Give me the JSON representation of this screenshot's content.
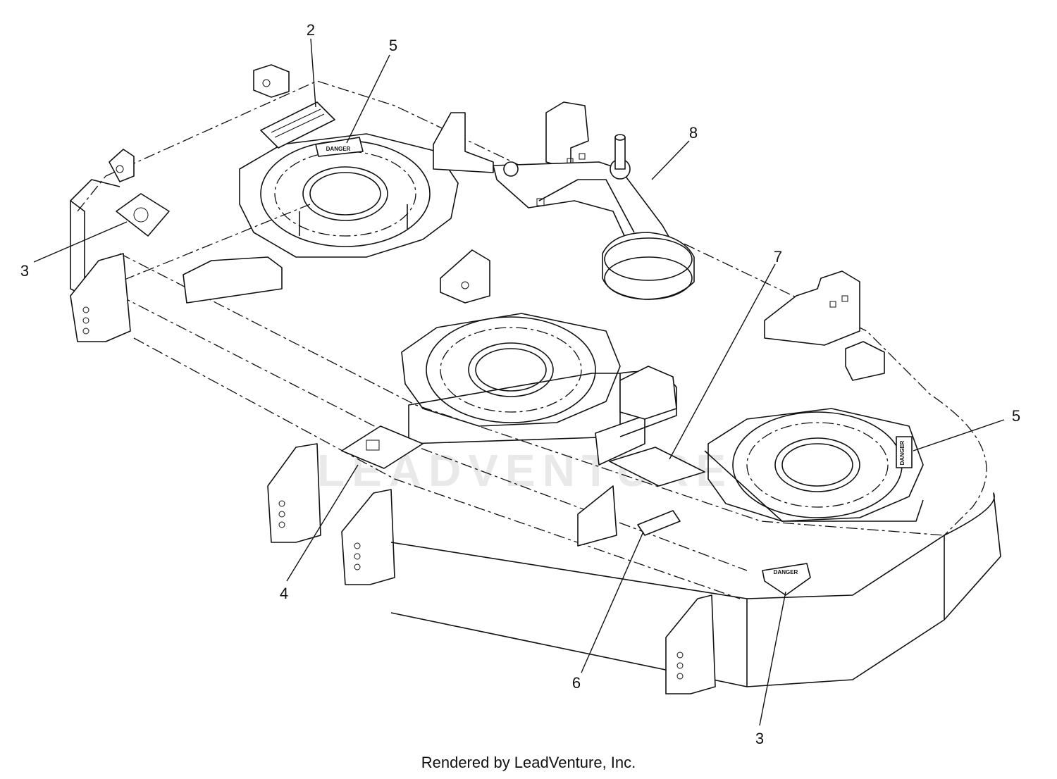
{
  "diagram": {
    "callouts": [
      {
        "id": "c2-top",
        "label": "2"
      },
      {
        "id": "c5-top",
        "label": "5"
      },
      {
        "id": "c8",
        "label": "8"
      },
      {
        "id": "c3-left",
        "label": "3"
      },
      {
        "id": "c7",
        "label": "7"
      },
      {
        "id": "c5-right",
        "label": "5"
      },
      {
        "id": "c4",
        "label": "4"
      },
      {
        "id": "c6",
        "label": "6"
      },
      {
        "id": "c3-bottom",
        "label": "3"
      }
    ],
    "decals": {
      "danger_label": "DANGER"
    },
    "watermark": "LEADVENTURE",
    "caption": "Rendered by LeadVenture, Inc."
  }
}
